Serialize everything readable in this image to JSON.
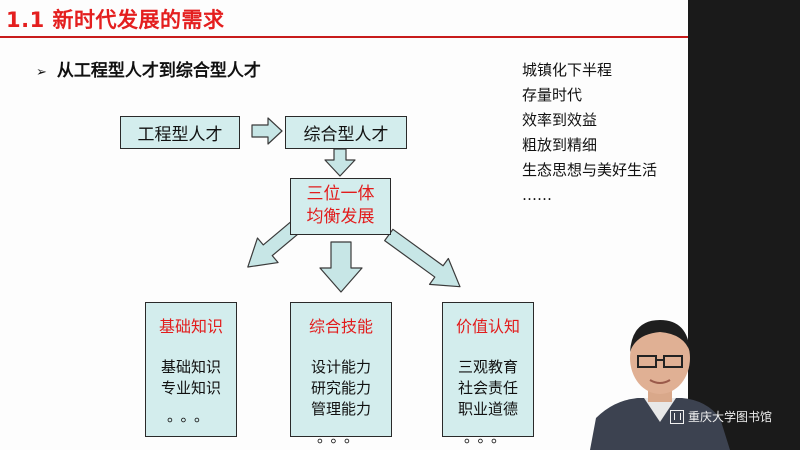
{
  "slide": {
    "title": "1.1 新时代发展的需求",
    "bullet": "从工程型人才到综合型人才",
    "side_points": [
      "城镇化下半程",
      "存量时代",
      "效率到效益",
      "粗放到精细",
      "生态思想与美好生活",
      "……"
    ],
    "box_from": "工程型人才",
    "box_to": "综合型人才",
    "center_lines": [
      "三位一体",
      "均衡发展"
    ],
    "columns": [
      {
        "heading": "基础知识",
        "items": [
          "基础知识",
          "专业知识"
        ],
        "ellipsis": "。。。"
      },
      {
        "heading": "综合技能",
        "items": [
          "设计能力",
          "研究能力",
          "管理能力"
        ],
        "ellipsis": "。。。"
      },
      {
        "heading": "价值认知",
        "items": [
          "三观教育",
          "社会责任",
          "职业道德"
        ],
        "ellipsis": "。。。"
      }
    ]
  },
  "watermark": {
    "label": "重庆大学图书馆",
    "icon": "library-logo-icon"
  },
  "colors": {
    "title_red": "#e41f1f",
    "box_fill": "#d3eded",
    "arrow_fill": "#c7e6e6",
    "backdrop": "#1a1a1a"
  }
}
